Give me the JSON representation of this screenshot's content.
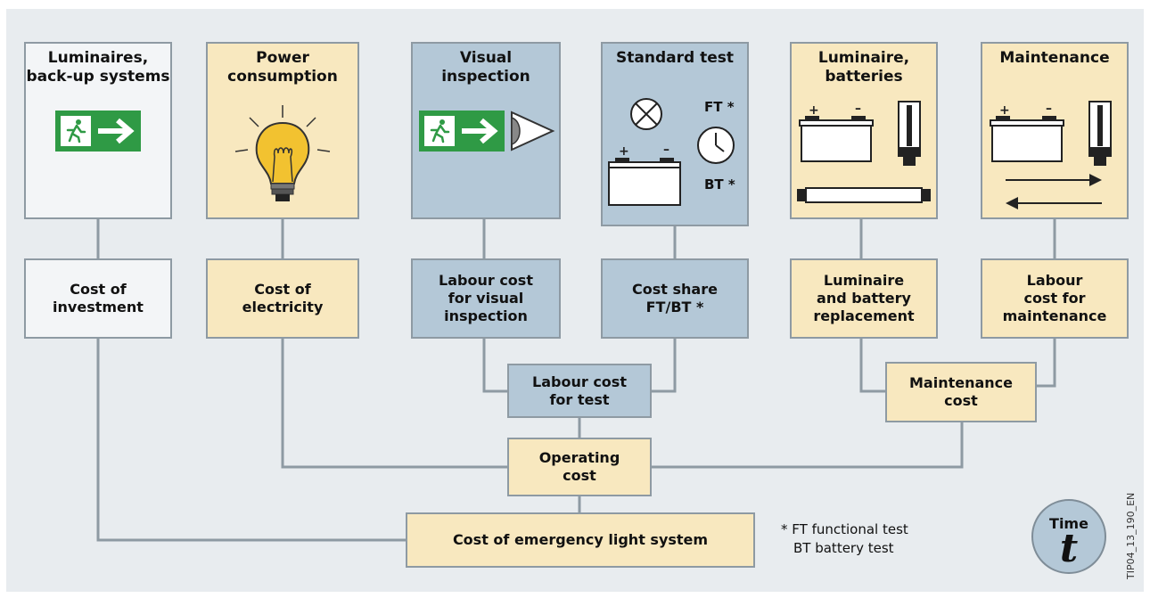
{
  "top_boxes": {
    "luminaires": "Luminaires,\nback-up systems",
    "power": "Power\nconsumption",
    "visual": "Visual\ninspection",
    "standard": "Standard test",
    "luminaire_batteries": "Luminaire,\nbatteries",
    "maintenance": "Maintenance"
  },
  "standard_test_labels": {
    "ft": "FT *",
    "bt": "BT *"
  },
  "cost_boxes": {
    "investment": "Cost of\ninvestment",
    "electricity": "Cost of\nelectricity",
    "visual_labour": "Labour cost\nfor visual\ninspection",
    "cost_share": "Cost share\nFT/BT *",
    "replacement": "Luminaire\nand battery\nreplacement",
    "maintenance_labour": "Labour\ncost for\nmaintenance"
  },
  "aggregate_boxes": {
    "labour_test": "Labour cost\nfor test",
    "maintenance_cost": "Maintenance\ncost",
    "operating_cost": "Operating\ncost",
    "emergency_system": "Cost of emergency light system"
  },
  "footnote": {
    "line1": "* FT functional test",
    "line2": "BT battery test"
  },
  "time_badge": {
    "word": "Time",
    "symbol": "t"
  },
  "figure_id": "TIP04_13_190_EN",
  "colors": {
    "background": "#e8ecef",
    "white_box": "#f3f5f7",
    "yellow_box": "#f8e8bf",
    "blue_box": "#b4c8d7",
    "connector": "#8e9aa3",
    "exit_sign_green": "#2f9a45",
    "bulb_yellow": "#f2c230"
  }
}
